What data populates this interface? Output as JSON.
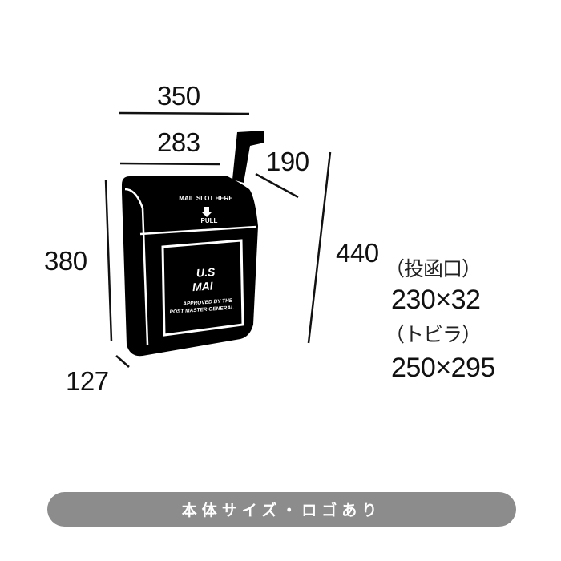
{
  "dimensions": {
    "total_width": "350",
    "body_width": "283",
    "flag_depth": "190",
    "total_height": "440",
    "body_height": "380",
    "body_depth": "127"
  },
  "mailbox_labels": {
    "slot_text": "MAIL SLOT HERE",
    "arrow_icon": "arrow-down",
    "pull_text": "PULL",
    "logo_line1": "U.S",
    "logo_line2": "MAI",
    "approved_line1": "APPROVED BY THE",
    "approved_line2": "POST MASTER GENERAL"
  },
  "specs": [
    {
      "label": "（投函口）",
      "value": "230×32"
    },
    {
      "label": "（トビラ）",
      "value": "250×295"
    }
  ],
  "footer": {
    "caption": "本体サイズ・ロゴあり",
    "pill_color": "#8c8c8c"
  }
}
